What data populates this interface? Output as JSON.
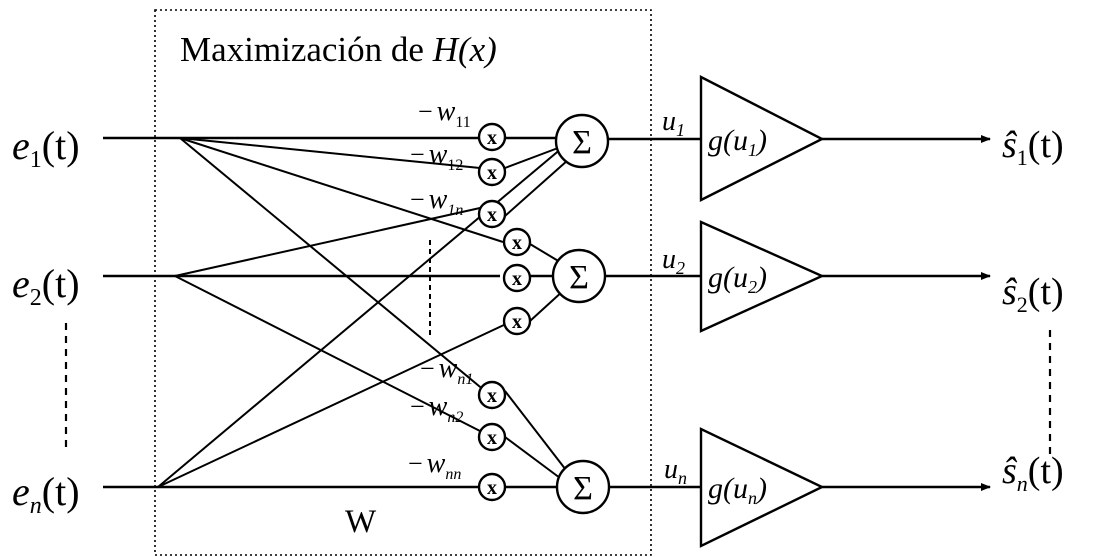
{
  "title": {
    "prefix": "Maximización de ",
    "func": "H(x)"
  },
  "matrix_label": "W",
  "sum_symbol": "Σ",
  "mult_symbol": "x",
  "inputs": [
    {
      "base": "e",
      "sub": "1",
      "arg": "(t)"
    },
    {
      "base": "e",
      "sub": "2",
      "arg": "(t)"
    },
    {
      "base": "e",
      "sub": "n",
      "arg": "(t)"
    }
  ],
  "weights": [
    {
      "minus": "−",
      "base": "w",
      "sub": "11"
    },
    {
      "minus": "−",
      "base": "w",
      "sub": "12"
    },
    {
      "minus": "−",
      "base": "w",
      "sub": "1n"
    },
    {
      "minus": "−",
      "base": "w",
      "sub": "n1"
    },
    {
      "minus": "−",
      "base": "w",
      "sub": "n2"
    },
    {
      "minus": "−",
      "base": "w",
      "sub": "nn"
    }
  ],
  "unit_signals": [
    {
      "base": "u",
      "sub": "1"
    },
    {
      "base": "u",
      "sub": "2"
    },
    {
      "base": "u",
      "sub": "n"
    }
  ],
  "nonlinearities": [
    {
      "fn": "g(",
      "base": "u",
      "sub": "1",
      "close": ")"
    },
    {
      "fn": "g(",
      "base": "u",
      "sub": "2",
      "close": ")"
    },
    {
      "fn": "g(",
      "base": "u",
      "sub": "n",
      "close": ")"
    }
  ],
  "outputs": [
    {
      "base": "ŝ",
      "sub": "1",
      "arg": "(t)"
    },
    {
      "base": "ŝ",
      "sub": "2",
      "arg": "(t)"
    },
    {
      "base": "ŝ",
      "sub": "n",
      "arg": "(t)"
    }
  ]
}
